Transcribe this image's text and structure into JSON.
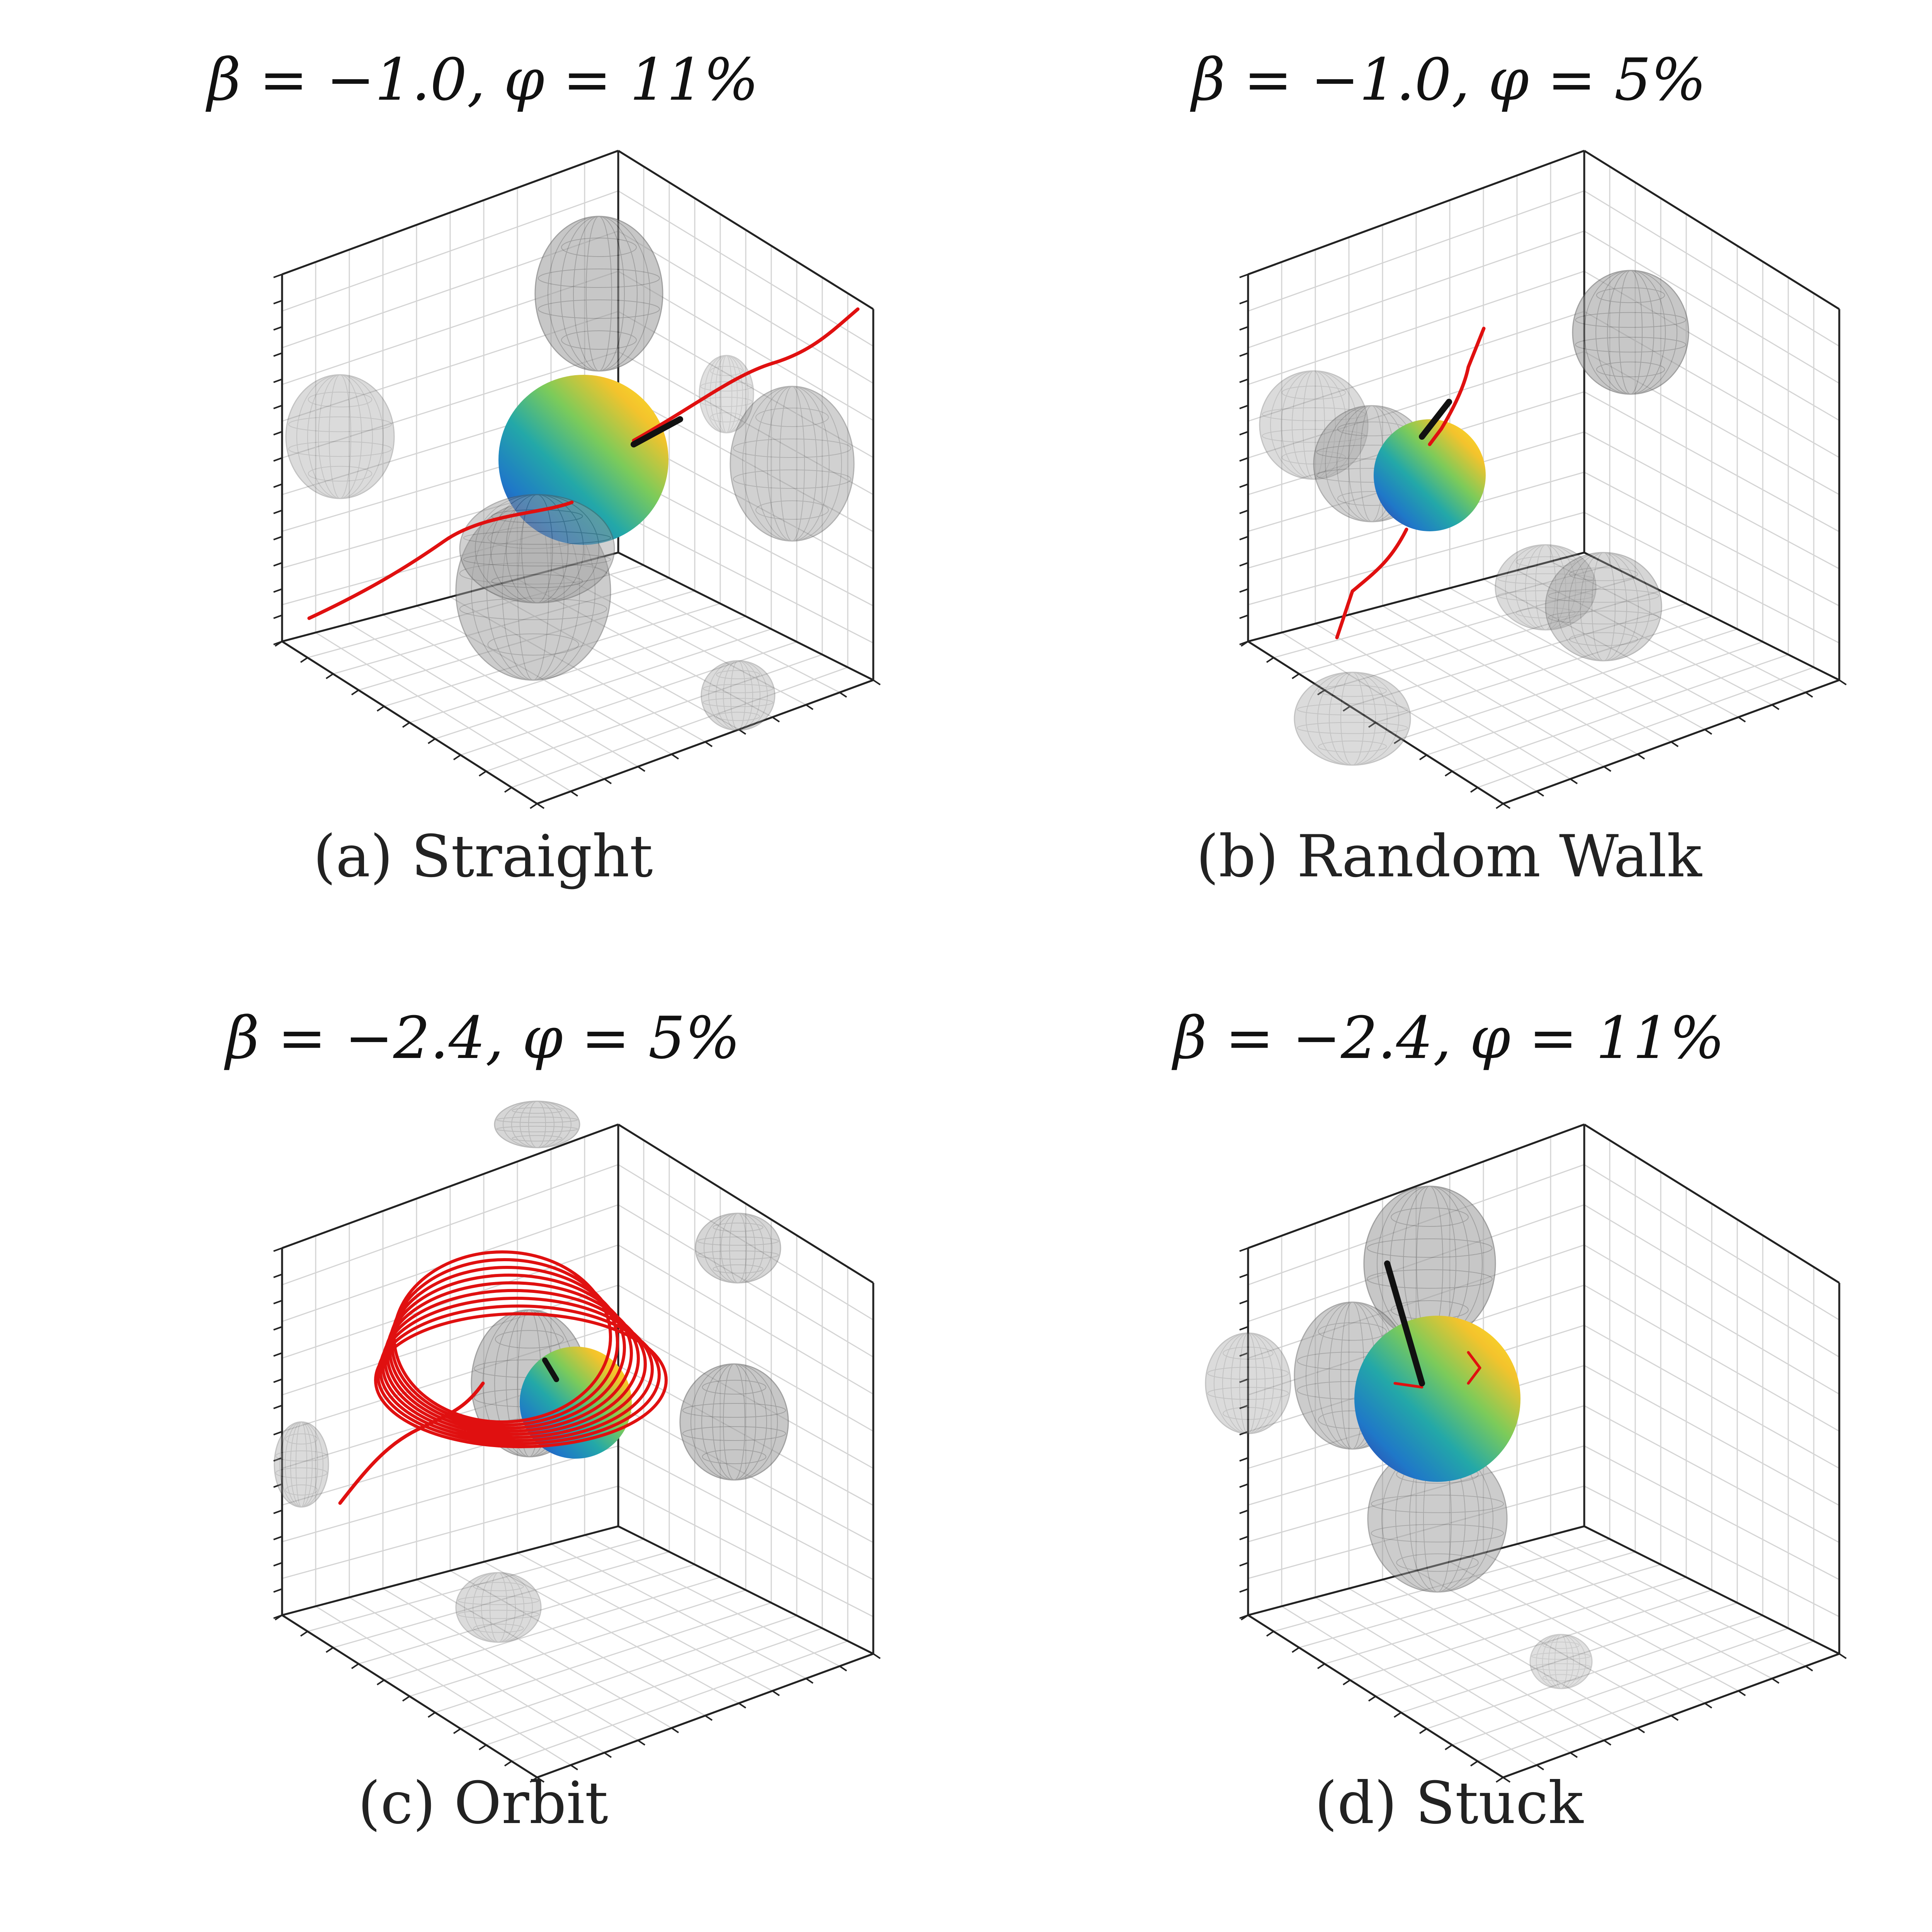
{
  "panels": [
    {
      "title": "β = −1.0, φ = 11%",
      "caption": "(a) Straight",
      "kind": "straight"
    },
    {
      "title": "β = −1.0, φ = 5%",
      "caption": "(b) Random Walk",
      "kind": "random-walk"
    },
    {
      "title": "β = −2.4, φ = 5%",
      "caption": "(c) Orbit",
      "kind": "orbit"
    },
    {
      "title": "β = −2.4, φ = 11%",
      "caption": "(d) Stuck",
      "kind": "stuck"
    }
  ],
  "colors": {
    "trajectory": "#e01010",
    "orientation": "#111111",
    "obstacle_fill": "#9a9a9a",
    "obstacle_edge": "#555555",
    "grid": "#d4d4d4",
    "axis": "#222222",
    "squirmer_gradient": [
      "#fde725",
      "#f4c32c",
      "#7ccb5a",
      "#23a8a8",
      "#1f78c8",
      "#3b2fa0"
    ]
  }
}
